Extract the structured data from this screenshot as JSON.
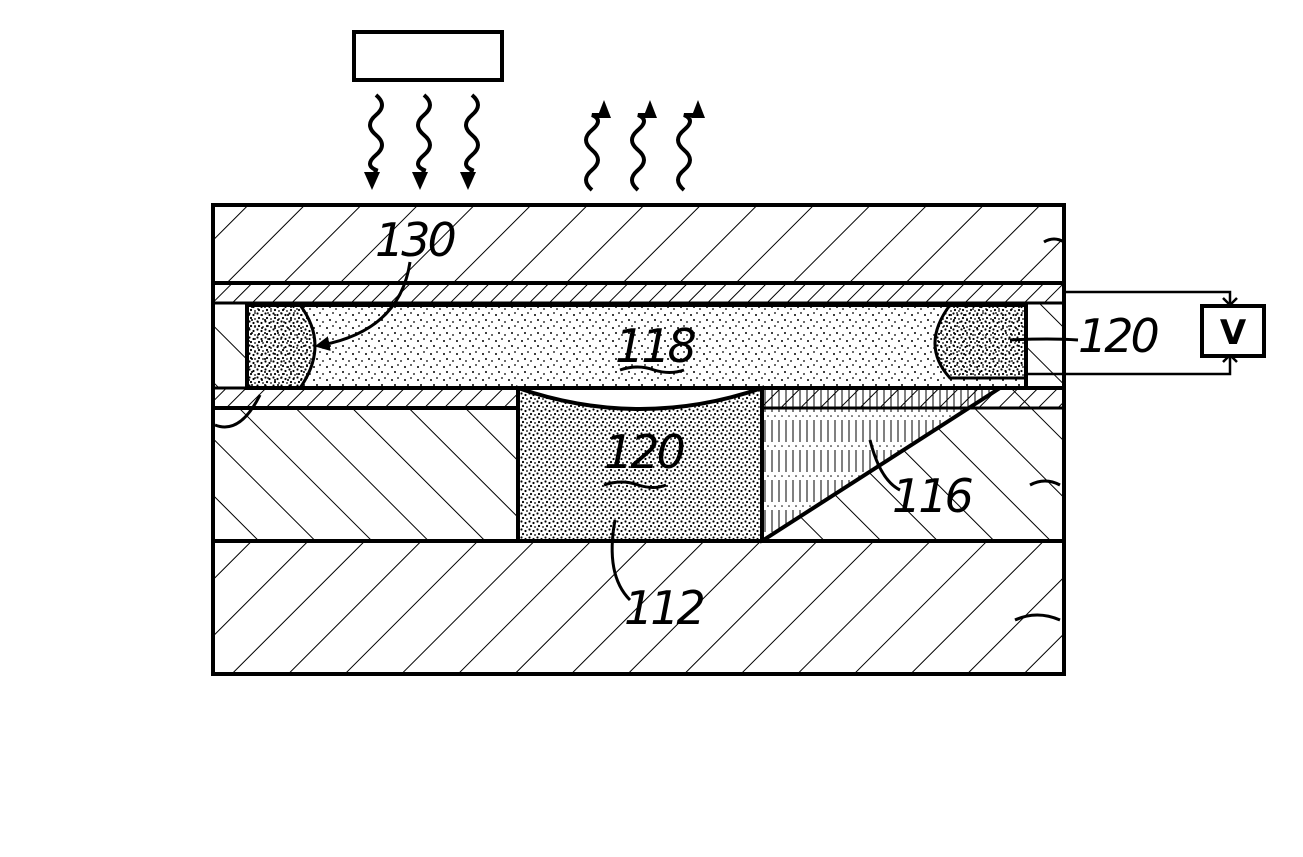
{
  "diagram": {
    "labels": {
      "ref_130": "130",
      "ref_118": "118",
      "ref_120_right": "120",
      "ref_120_center": "120",
      "ref_116": "116",
      "ref_112": "112"
    },
    "voltage_source_label": "V",
    "light_source_label": "",
    "incoming_wave_count": 3,
    "outgoing_wave_count": 3
  }
}
